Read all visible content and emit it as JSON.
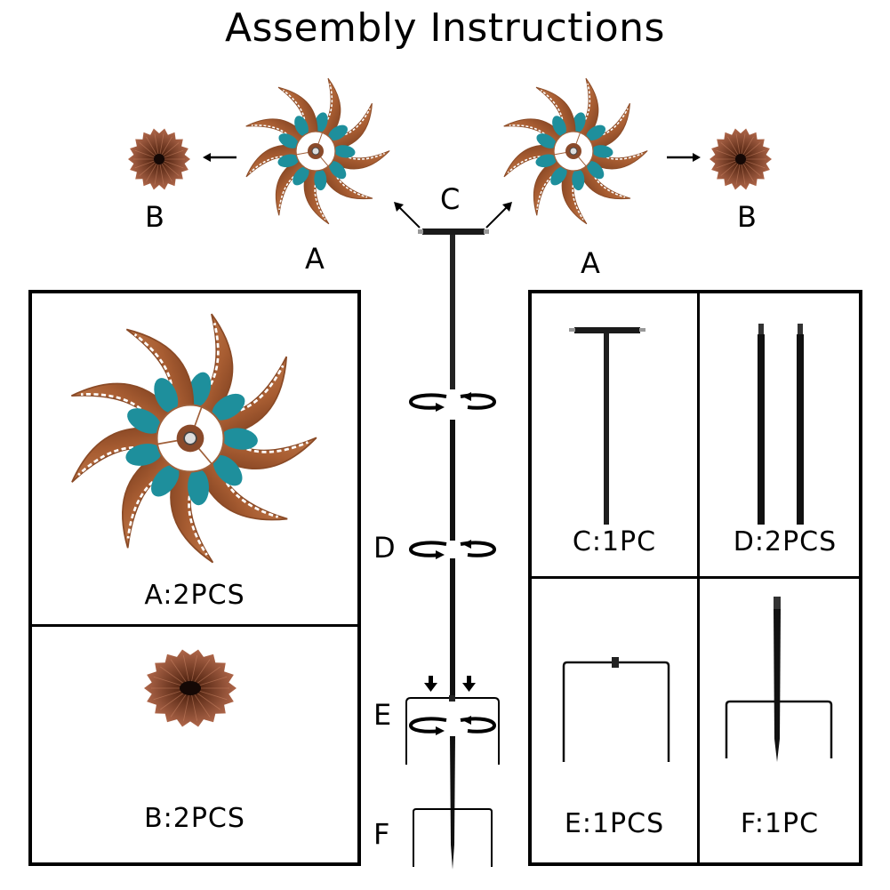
{
  "title": "Assembly Instructions",
  "diagram_labels": {
    "a_left": "A",
    "a_right": "A",
    "b_left": "B",
    "b_right": "B",
    "c": "C",
    "d": "D",
    "e": "E",
    "f": "F"
  },
  "parts": [
    {
      "id": "A",
      "caption": "A:2PCS",
      "name": "pinwheel"
    },
    {
      "id": "B",
      "caption": "B:2PCS",
      "name": "end cap"
    },
    {
      "id": "C",
      "caption": "C:1PC",
      "name": "T-bar pole"
    },
    {
      "id": "D",
      "caption": "D:2PCS",
      "name": "extension pole"
    },
    {
      "id": "E",
      "caption": "E:1PCS",
      "name": "stabilizer bracket"
    },
    {
      "id": "F",
      "caption": "F:1PC",
      "name": "ground stake"
    }
  ],
  "colors": {
    "copper": "#b06a3e",
    "copper_dark": "#7a3f22",
    "teal": "#1e8f9c",
    "pole": "#1a1a1a"
  }
}
